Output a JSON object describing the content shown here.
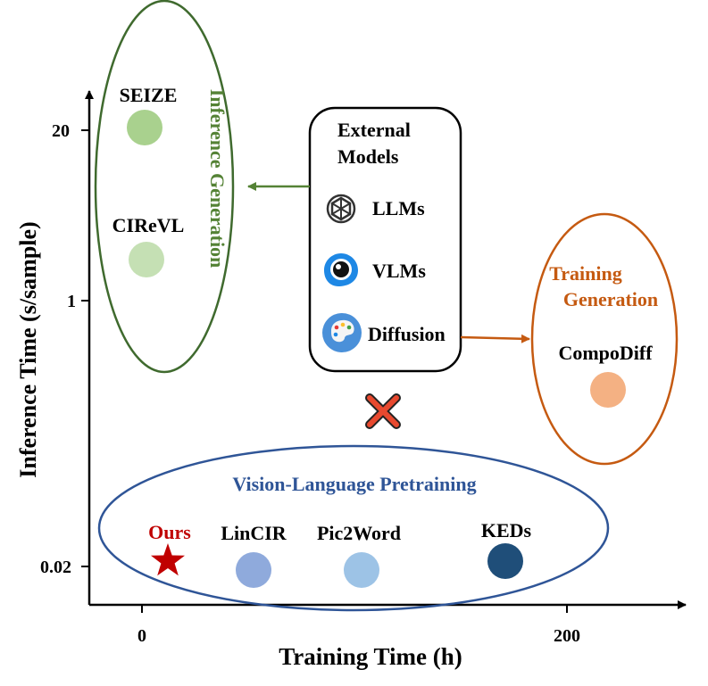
{
  "axes": {
    "xlabel": "Training Time (h)",
    "ylabel": "Inference Time (s/sample)",
    "xticks": [
      "0",
      "200"
    ],
    "yticks": [
      "20",
      "1",
      "0.02"
    ]
  },
  "groups": {
    "inference": {
      "label": "Inference Generation",
      "color": "#548235"
    },
    "training": {
      "label_line1": "Training",
      "label_line2": "Generation",
      "color": "#c55a11"
    },
    "pretraining": {
      "label": "Vision-Language Pretraining",
      "color": "#2f5597"
    }
  },
  "external": {
    "title_line1": "External",
    "title_line2": "Models",
    "items": {
      "llm": "LLMs",
      "vlm": "VLMs",
      "diffusion": "Diffusion"
    }
  },
  "methods": {
    "seize": {
      "label": "SEIZE",
      "color": "#a9d18e"
    },
    "cirevl": {
      "label": "CIReVL",
      "color": "#c5e0b4"
    },
    "compodiff": {
      "label": "CompoDiff",
      "color": "#f4b183"
    },
    "ours": {
      "label": "Ours",
      "color": "#c00000"
    },
    "lincir": {
      "label": "LinCIR",
      "color": "#8faadc"
    },
    "pic2word": {
      "label": "Pic2Word",
      "color": "#9dc3e6"
    },
    "keds": {
      "label": "KEDs",
      "color": "#1f4e79"
    }
  },
  "icons": {
    "not_applicable": "red-cross-icon"
  }
}
